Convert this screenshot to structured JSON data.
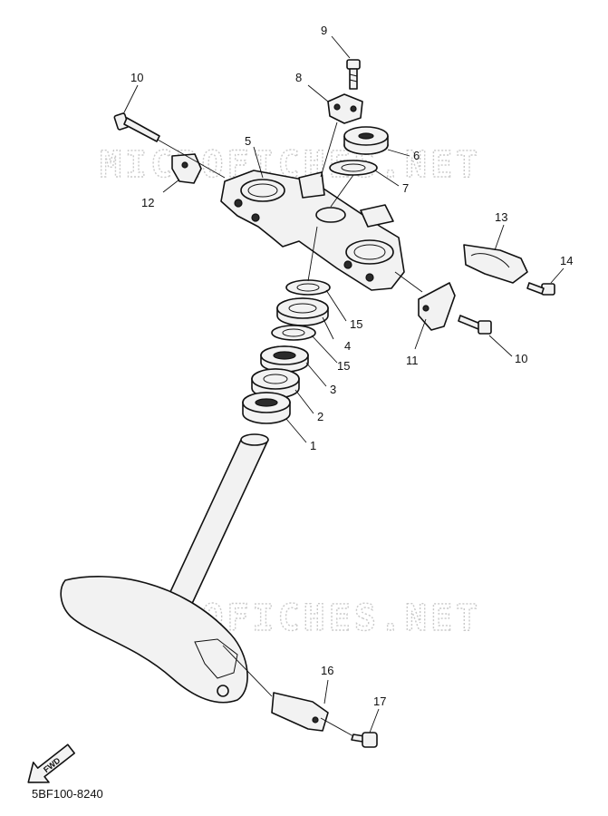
{
  "watermark": "MICROFICHES.NET",
  "reference_code": "5BF100-8240",
  "fwd_label": "FWD",
  "callouts": {
    "c1": "1",
    "c2": "2",
    "c3": "3",
    "c4": "4",
    "c5": "5",
    "c6": "6",
    "c7": "7",
    "c8": "8",
    "c9": "9",
    "c10a": "10",
    "c10b": "10",
    "c11": "11",
    "c12": "12",
    "c13": "13",
    "c14": "14",
    "c15a": "15",
    "c15b": "15",
    "c16": "16",
    "c17": "17"
  }
}
